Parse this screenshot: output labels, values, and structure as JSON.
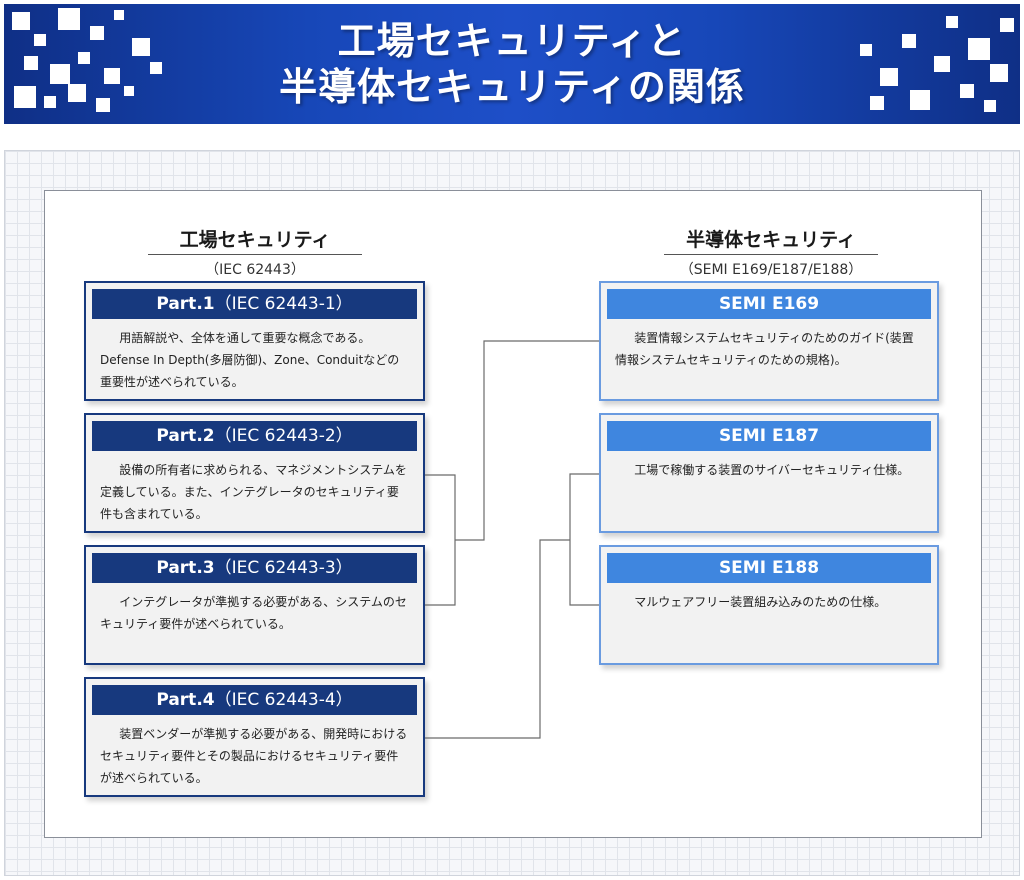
{
  "header": {
    "title_line1": "工場セキュリティと",
    "title_line2": "半導体セキュリティの関係"
  },
  "left_column": {
    "title": "工場セキュリティ",
    "subtitle": "（IEC 62443）",
    "cards": [
      {
        "label": "Part.1",
        "code": "（IEC 62443-1）",
        "text": "用語解説や、全体を通して重要な概念である。Defense In Depth(多層防御)、Zone、Conduitなどの重要性が述べられている。"
      },
      {
        "label": "Part.2",
        "code": "（IEC 62443-2）",
        "text": "設備の所有者に求められる、マネジメントシステムを定義している。また、インテグレータのセキュリティ要件も含まれている。"
      },
      {
        "label": "Part.3",
        "code": "（IEC 62443-3）",
        "text": "インテグレータが準拠する必要がある、システムのセキュリティ要件が述べられている。"
      },
      {
        "label": "Part.4",
        "code": "（IEC 62443-4）",
        "text": "装置ベンダーが準拠する必要がある、開発時におけるセキュリティ要件とその製品におけるセキュリティ要件が述べられている。"
      }
    ]
  },
  "right_column": {
    "title": "半導体セキュリティ",
    "subtitle": "（SEMI E169/E187/E188）",
    "cards": [
      {
        "label": "SEMI E169",
        "text": "装置情報システムセキュリティのためのガイド(装置情報システムセキュリティのための規格)。"
      },
      {
        "label": "SEMI E187",
        "text": "工場で稼働する装置のサイバーセキュリティ仕様。"
      },
      {
        "label": "SEMI E188",
        "text": "マルウェアフリー装置組み込みのための仕様。"
      }
    ]
  },
  "colors": {
    "part_header": "#17397e",
    "semi_header": "#3f86df",
    "semi_border": "#6a9be0",
    "connector": "#6b6b6b"
  }
}
